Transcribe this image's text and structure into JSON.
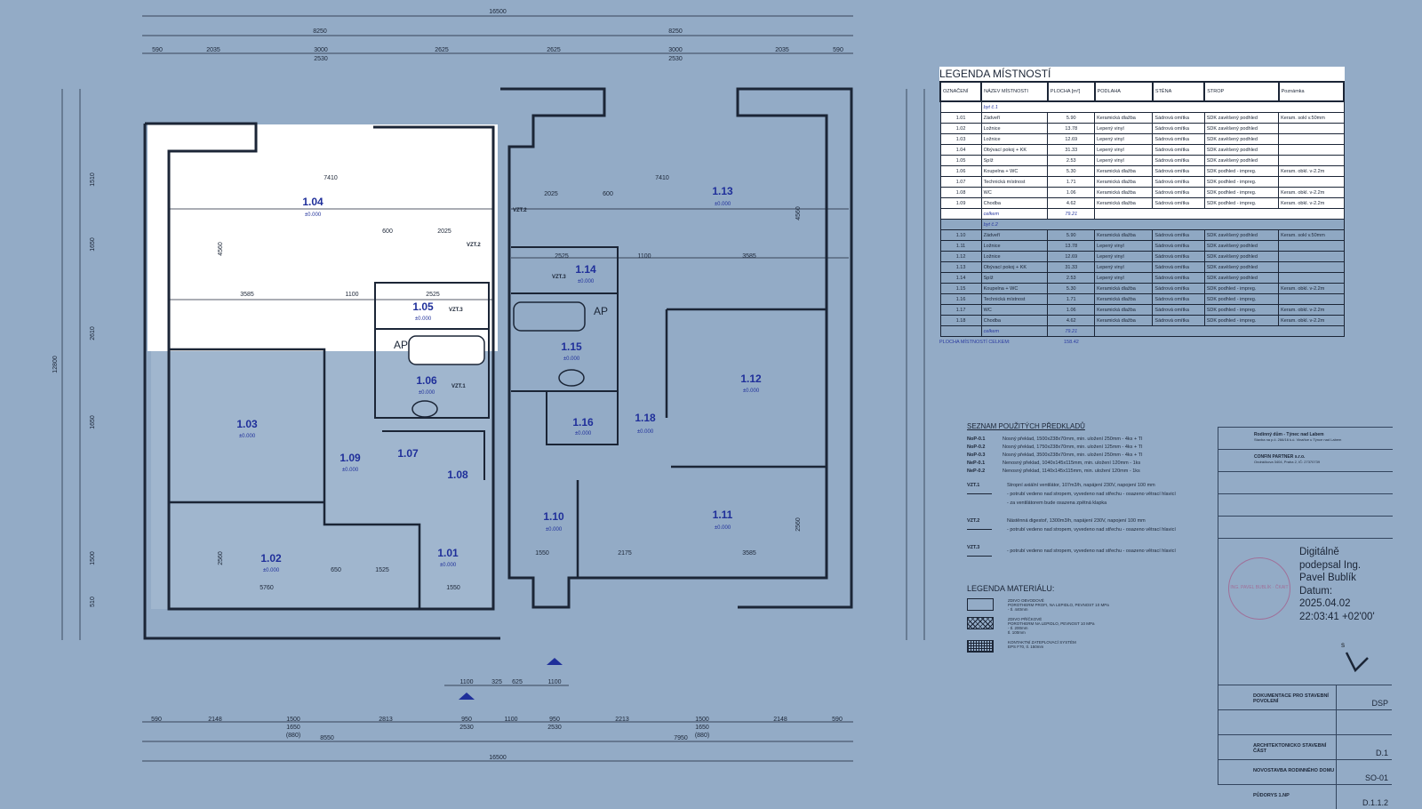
{
  "dimensions": {
    "top_total": "16500",
    "top_halves": [
      "8250",
      "8250"
    ],
    "top_row": [
      "590",
      "2035",
      "3000",
      "2625",
      "2625",
      "3000",
      "2035",
      "590"
    ],
    "top_sub": [
      "2530",
      "2530"
    ],
    "bottom_row": [
      "590",
      "2148",
      "1500",
      "2813",
      "950",
      "1100",
      "950",
      "2213",
      "1500",
      "2148",
      "590"
    ],
    "bottom_sub": [
      "1650",
      "(880)",
      "2530",
      "2530",
      "1650",
      "(880)"
    ],
    "bottom_halves": [
      "8550",
      "7950"
    ],
    "bottom_total": "16500",
    "entry": [
      "1100",
      "325",
      "625",
      "1100"
    ],
    "left_side": [
      "12800",
      "1510",
      "1650",
      "2610",
      "1650",
      "1500",
      "510"
    ],
    "interior": [
      "7410",
      "7410",
      "3585",
      "3585",
      "4560",
      "4560",
      "2025",
      "2025",
      "600",
      "600",
      "1100",
      "1100",
      "2525",
      "2525",
      "2560",
      "2560",
      "1550",
      "1550",
      "5760",
      "3585",
      "2175",
      "1525",
      "650"
    ]
  },
  "rooms": [
    {
      "id": "1.04",
      "level": "±0.000"
    },
    {
      "id": "1.03",
      "level": "±0.000"
    },
    {
      "id": "1.02",
      "level": "±0.000"
    },
    {
      "id": "1.09",
      "level": "±0.000"
    },
    {
      "id": "1.05",
      "level": "±0.000"
    },
    {
      "id": "1.06",
      "level": "±0.000"
    },
    {
      "id": "1.07",
      "level": ""
    },
    {
      "id": "1.08",
      "level": ""
    },
    {
      "id": "1.01",
      "level": "±0.000"
    },
    {
      "id": "1.13",
      "level": "±0.000"
    },
    {
      "id": "1.14",
      "level": "±0.000"
    },
    {
      "id": "1.15",
      "level": "±0.000"
    },
    {
      "id": "1.12",
      "level": "±0.000"
    },
    {
      "id": "1.16",
      "level": "±0.000"
    },
    {
      "id": "1.18",
      "level": "±0.000"
    },
    {
      "id": "1.10",
      "level": "±0.000"
    },
    {
      "id": "1.11",
      "level": "±0.000"
    }
  ],
  "plan_tags": {
    "ap": "AP",
    "vzt1": "VZT.1",
    "vzt2": "VZT.2",
    "vzt3": "VZT.3"
  },
  "room_legend": {
    "title": "LEGENDA MÍSTNOSTÍ",
    "headers": [
      "OZNAČENÍ",
      "NÁZEV MÍSTNOSTI",
      "PLOCHA [m²]",
      "PODLAHA",
      "STĚNA",
      "STROP",
      "Poznámka"
    ],
    "units": [
      {
        "name": "byt č.1",
        "rows": [
          [
            "1.01",
            "Zádveří",
            "5.90",
            "Keramická dlažba",
            "Sádrová omítka",
            "SDK zavěšený podhled",
            "Keram. sokl v.50mm"
          ],
          [
            "1.02",
            "Ložnice",
            "13.78",
            "Lepený vinyl",
            "Sádrová omítka",
            "SDK zavěšený podhled",
            ""
          ],
          [
            "1.03",
            "Ložnice",
            "12.69",
            "Lepený vinyl",
            "Sádrová omítka",
            "SDK zavěšený podhled",
            ""
          ],
          [
            "1.04",
            "Obývací pokoj + KK",
            "31.33",
            "Lepený vinyl",
            "Sádrová omítka",
            "SDK zavěšený podhled",
            ""
          ],
          [
            "1.05",
            "Spíž",
            "2.53",
            "Lepený vinyl",
            "Sádrová omítka",
            "SDK zavěšený podhled",
            ""
          ],
          [
            "1.06",
            "Koupelna + WC",
            "5.30",
            "Keramická dlažba",
            "Sádrová omítka",
            "SDK podhled - impreg.",
            "Keram. obkl. v-2.2m"
          ],
          [
            "1.07",
            "Technická místnost",
            "1.71",
            "Keramická dlažba",
            "Sádrová omítka",
            "SDK podhled - impreg.",
            ""
          ],
          [
            "1.08",
            "WC",
            "1.06",
            "Keramická dlažba",
            "Sádrová omítka",
            "SDK podhled - impreg.",
            "Keram. obkl. v-2.2m"
          ],
          [
            "1.09",
            "Chodba",
            "4.62",
            "Keramická dlažba",
            "Sádrová omítka",
            "SDK podhled - impreg.",
            "Keram. obkl. v-2.2m"
          ]
        ],
        "total_label": "celkem",
        "total": "79.21"
      },
      {
        "name": "byt č.2",
        "rows": [
          [
            "1.10",
            "Zádveří",
            "5.90",
            "Keramická dlažba",
            "Sádrová omítka",
            "SDK zavěšený podhled",
            "Keram. sokl v.50mm"
          ],
          [
            "1.11",
            "Ložnice",
            "13.78",
            "Lepený vinyl",
            "Sádrová omítka",
            "SDK zavěšený podhled",
            ""
          ],
          [
            "1.12",
            "Ložnice",
            "12.69",
            "Lepený vinyl",
            "Sádrová omítka",
            "SDK zavěšený podhled",
            ""
          ],
          [
            "1.13",
            "Obývací pokoj + KK",
            "31.33",
            "Lepený vinyl",
            "Sádrová omítka",
            "SDK zavěšený podhled",
            ""
          ],
          [
            "1.14",
            "Spíž",
            "2.53",
            "Lepený vinyl",
            "Sádrová omítka",
            "SDK zavěšený podhled",
            ""
          ],
          [
            "1.15",
            "Koupelna + WC",
            "5.30",
            "Keramická dlažba",
            "Sádrová omítka",
            "SDK podhled - impreg.",
            "Keram. obkl. v-2.2m"
          ],
          [
            "1.16",
            "Technická místnost",
            "1.71",
            "Keramická dlažba",
            "Sádrová omítka",
            "SDK podhled - impreg.",
            ""
          ],
          [
            "1.17",
            "WC",
            "1.06",
            "Keramická dlažba",
            "Sádrová omítka",
            "SDK podhled - impreg.",
            "Keram. obkl. v-2.2m"
          ],
          [
            "1.18",
            "Chodba",
            "4.62",
            "Keramická dlažba",
            "Sádrová omítka",
            "SDK podhled - impreg.",
            "Keram. obkl. v-2.2m"
          ]
        ],
        "total_label": "celkem",
        "total": "79.21"
      }
    ],
    "grand_total_label": "PLOCHA MÍSTNOSTÍ CELKEM:",
    "grand_total": "158.42"
  },
  "lintels": {
    "title": "SEZNAM POUŽITÝCH PŘEDKLADŮ",
    "items": [
      {
        "code": "NoP-0.1",
        "text": "Nosný překlad, 1500x238x70mm, min. uložení 250mm - 4ks + TI"
      },
      {
        "code": "NoP-0.2",
        "text": "Nosný překlad, 1750x238x70mm, min. uložení 125mm - 4ks + TI"
      },
      {
        "code": "NoP-0.3",
        "text": "Nosný překlad, 3500x238x70mm, min. uložení 250mm - 4ks + TI"
      },
      {
        "code": "NeP-0.1",
        "text": "Nenosný překlad, 1040x145x115mm, min. uložení 120mm - 1ks"
      },
      {
        "code": "NeP-0.2",
        "text": "Nenosný překlad, 1140x145x115mm, min. uložení 120mm - 1ks"
      }
    ]
  },
  "ventilation": [
    {
      "code": "VZT.1",
      "lines": [
        "Stropní axiální ventilátor, 107m3/h, napájení 230V, napojení 100 mm",
        "- potrubí vedeno nad stropem, vyvedeno nad střechu - osazeno větrací hlavicí",
        "- za ventilátorem bude osazena zpětná klapka"
      ]
    },
    {
      "code": "VZT.2",
      "lines": [
        "Nástěnná digestoř, 1300m3/h, napájení 230V, napojení 100 mm",
        "- potrubí vedeno nad stropem, vyvedeno nad střechu - osazeno větrací hlavicí"
      ]
    },
    {
      "code": "VZT.3",
      "lines": [
        "",
        "- potrubí vedeno nad stropem, vyvedeno nad střechu - osazeno větrací hlavicí"
      ]
    }
  ],
  "materials": {
    "title": "LEGENDA MATERIÁLU:",
    "items": [
      {
        "pattern": "empty",
        "lines": [
          "ZDIVO OBVODOVÉ",
          "POROTHERM PROFI, NA LEPIDLO, PEVNOST 10 MPa",
          "- tl. 440mm"
        ]
      },
      {
        "pattern": "cross-hatch",
        "lines": [
          "ZDIVO PŘÍČKOVÉ",
          "POROTHERM NA LEPIDLO, PEVNOST 10 MPa",
          "- tl. 200mm",
          "tl. 100mm"
        ]
      },
      {
        "pattern": "insulation",
        "lines": [
          "KONTAKTNÍ ZATEPLOVACÍ SYSTÉM",
          "EPS F70, tl. 150mm"
        ]
      }
    ]
  },
  "title_block": {
    "project": "Rodinný dům - Týnec nad Labem",
    "project_sub": "Stavba na p.č. 266/16 k.ú. Vinařice u Týnce nad Labem",
    "investor": "CONFIN PARTNER s.r.o.",
    "investor_sub": "Ondráčkova 3404, Praha 2, IČ: 27370739",
    "signature": [
      "Digitálně",
      "podepsal Ing.",
      "Pavel Bublík",
      "Datum:",
      "2025.04.02",
      "22:03:41 +02'00'"
    ],
    "stamp_text": "ING. PAVEL BUBLÍK · ČKAIT",
    "north": "S",
    "stage": "DOKUMENTACE PRO STAVEBNÍ POVOLENÍ",
    "stage_code": "DSP",
    "part": "ARCHITEKTONICKO STAVEBNÍ ČÁST",
    "part_code": "D.1",
    "object": "NOVOSTAVBA RODINNÉHO DOMU",
    "object_code": "SO-01",
    "drawing": "PŮDORYS 1.NP",
    "drawing_code": "D.1.1.2"
  },
  "colors": {
    "background": "#93abc6",
    "walls": "#1b2536",
    "room_labels": "#1f2f9a",
    "stamp": "#a07099"
  }
}
